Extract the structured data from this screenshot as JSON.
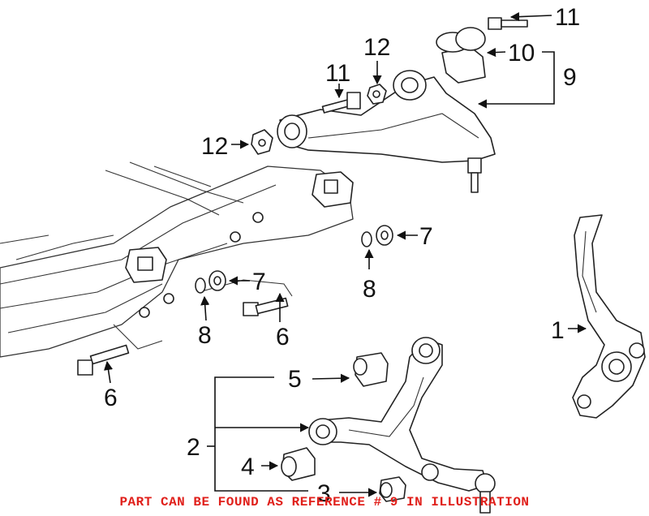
{
  "diagram": {
    "callouts": {
      "c1": "1",
      "c2": "2",
      "c3": "3",
      "c4": "4",
      "c5": "5",
      "c6a": "6",
      "c6b": "6",
      "c7a": "7",
      "c7b": "7",
      "c8a": "8",
      "c8b": "8",
      "c9": "9",
      "c10": "10",
      "c11a": "11",
      "c11b": "11",
      "c12a": "12",
      "c12b": "12"
    }
  },
  "footer": {
    "note": "PART CAN BE FOUND AS REFERENCE # 9 IN ILLUSTRATION",
    "note_color": "#e0201b"
  }
}
